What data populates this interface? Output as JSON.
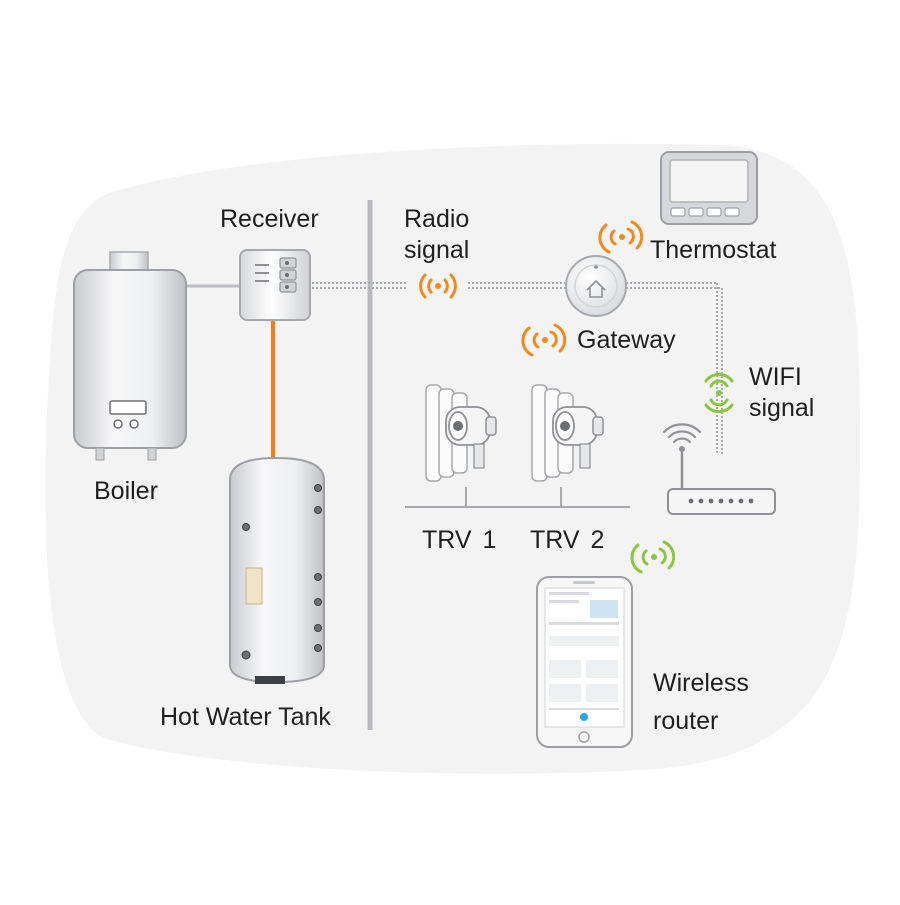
{
  "labels": {
    "receiver": "Receiver",
    "radio_signal": [
      "Radio",
      "signal"
    ],
    "thermostat": "Thermostat",
    "gateway": "Gateway",
    "wifi_signal": [
      "WIFI",
      "signal"
    ],
    "boiler": "Boiler",
    "trv1": "TRV 1",
    "trv2": "TRV 2",
    "wireless_router": [
      "Wireless",
      "router"
    ],
    "hot_water_tank": "Hot Water Tank"
  },
  "colors": {
    "signal_orange": "#f08a1c",
    "signal_green": "#8cc63f",
    "pipe_orange": "#f07e1a",
    "device_grey": "#e6e7e9",
    "outline_grey": "#a7a9ac",
    "background_blob": "#f3f3f3"
  },
  "icons": {
    "gateway": "home-icon",
    "radio": "radio-wave-icon",
    "wifi": "wifi-wave-icon"
  }
}
